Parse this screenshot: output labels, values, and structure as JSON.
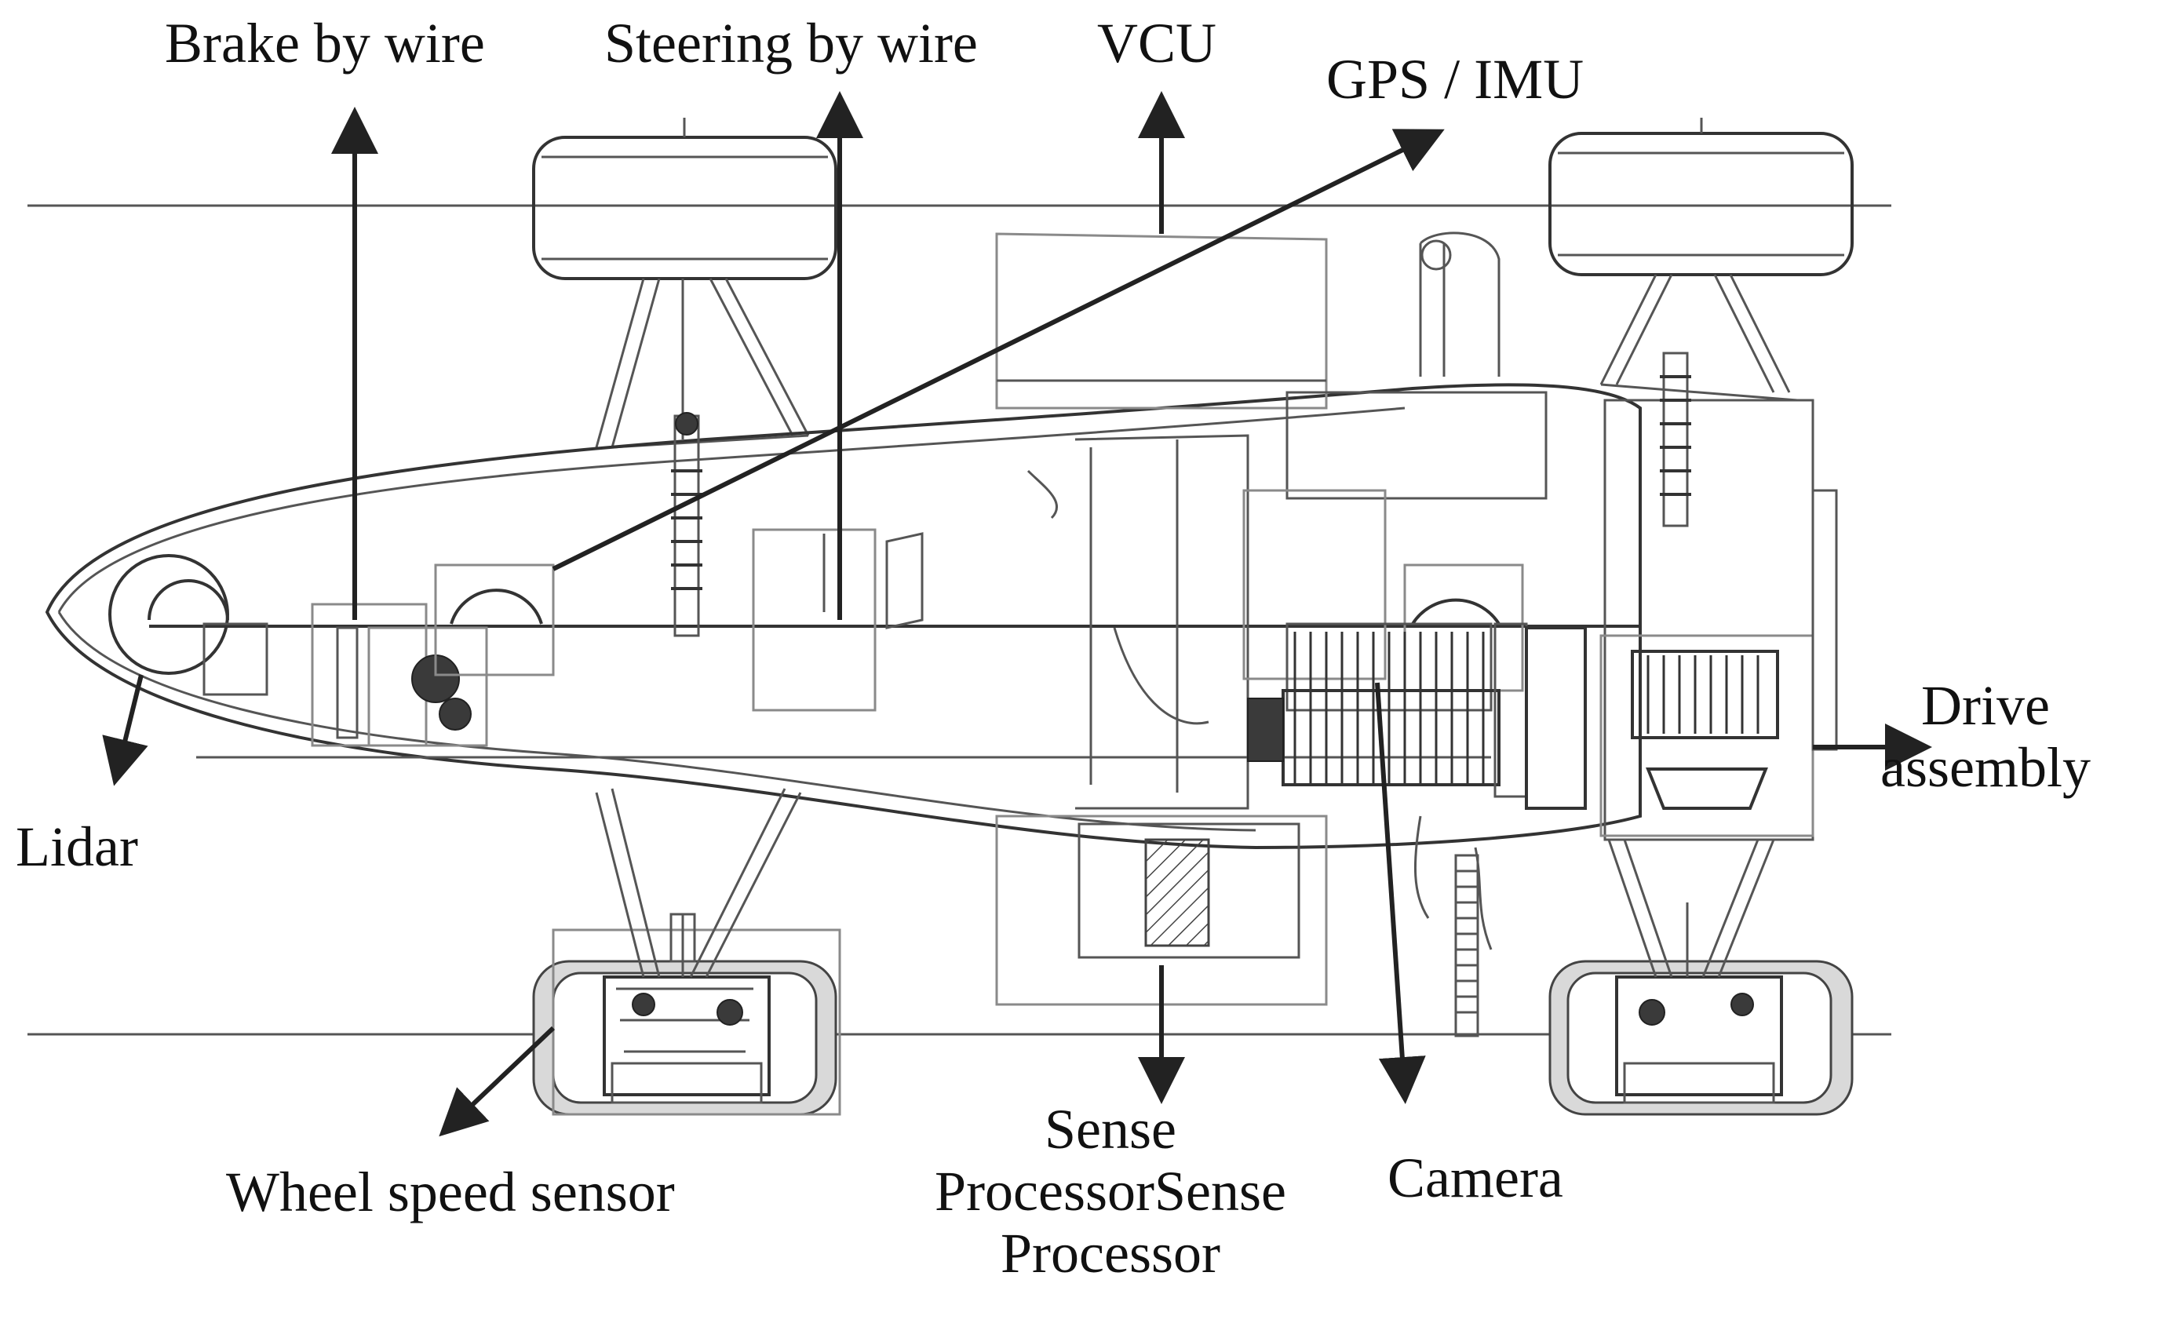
{
  "labels": {
    "brake": "Brake by wire",
    "steering": "Steering by wire",
    "vcu": "VCU",
    "gps": "GPS / IMU",
    "lidar": "Lidar",
    "drive_line1": "Drive",
    "drive_line2": "assembly",
    "wheel_speed": "Wheel speed sensor",
    "sense_line1": "Sense",
    "sense_line2": "ProcessorSense",
    "sense_line3": "Processor",
    "camera": "Camera"
  },
  "colors": {
    "line": "#222222",
    "text": "#111111",
    "background": "#ffffff"
  }
}
